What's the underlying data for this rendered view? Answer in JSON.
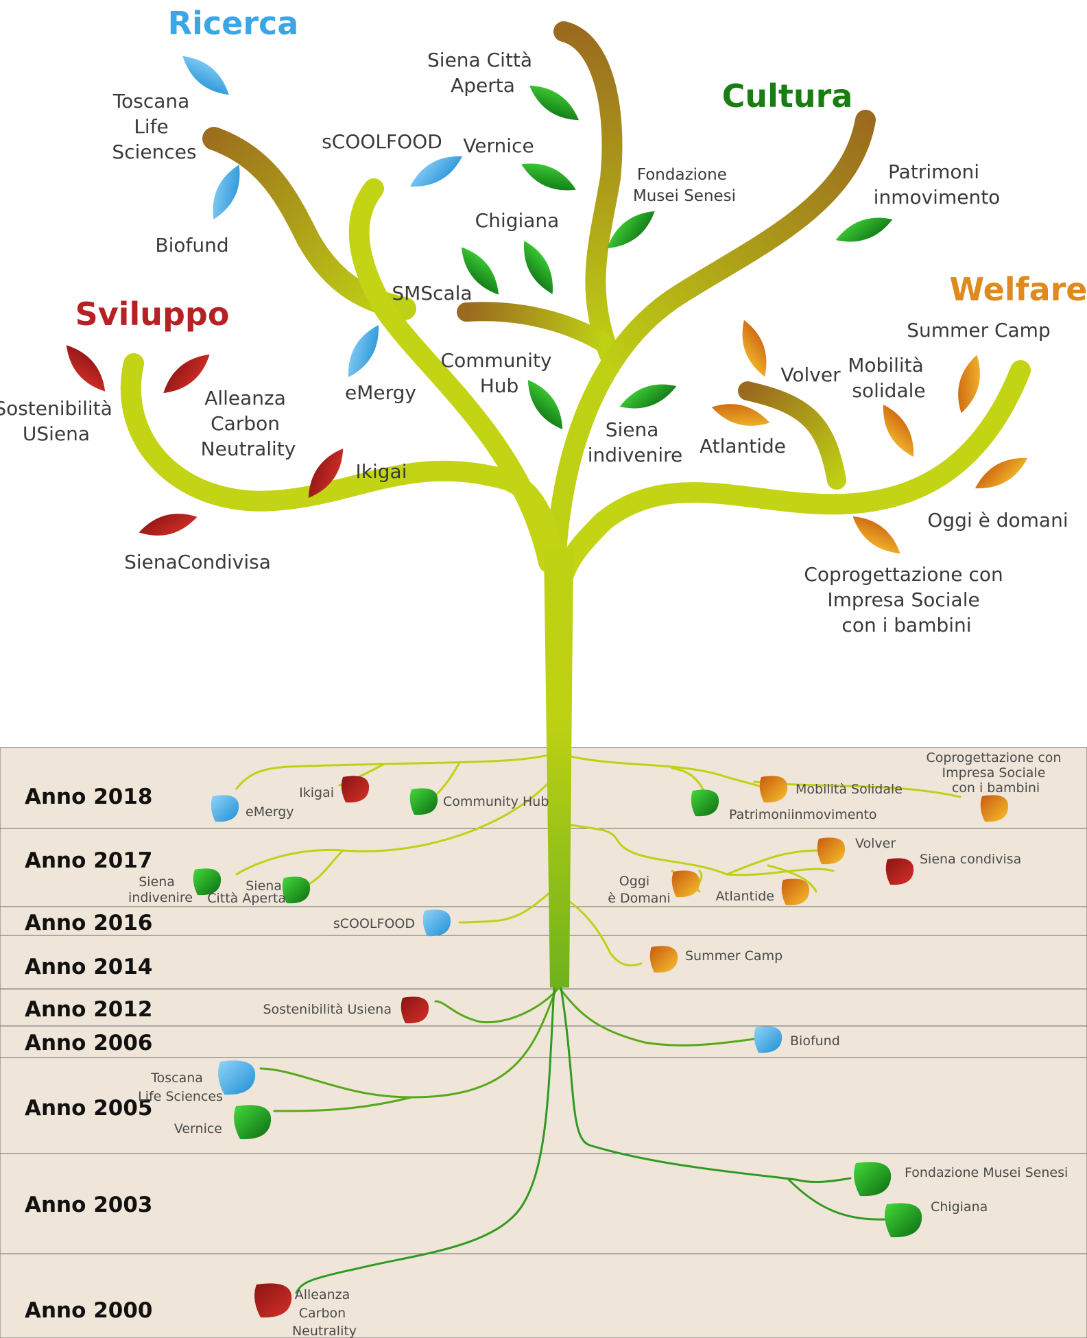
{
  "colors": {
    "ricerca": "#3aa6e6",
    "cultura": "#1a7d12",
    "welfare": "#de8a1e",
    "sviluppo": "#b52124",
    "band": "#efe5d8",
    "trunk": "#bed113",
    "root": "#6fb21c"
  },
  "categories": {
    "ricerca": "Ricerca",
    "cultura": "Cultura",
    "welfare": "Welfare",
    "sviluppo": "Sviluppo"
  },
  "tree_labels": {
    "toscana": [
      "Toscana",
      "Life",
      "Sciences"
    ],
    "biofund": [
      "Biofund"
    ],
    "scoolfood": [
      "sCOOLFOOD"
    ],
    "siena_citta": [
      "Siena Città",
      "Aperta"
    ],
    "vernice": [
      "Vernice"
    ],
    "fondazione": [
      "Fondazione",
      "Musei Senesi"
    ],
    "chigiana": [
      "Chigiana"
    ],
    "patrimoni": [
      "Patrimoni",
      "inmovimento"
    ],
    "smscala": [
      "SMScala"
    ],
    "emergy": [
      "eMergy"
    ],
    "community": [
      "Community",
      "Hub"
    ],
    "sostenibilita": [
      "Sostenibilità",
      "USiena"
    ],
    "alleanza": [
      "Alleanza",
      "Carbon",
      "Neutrality"
    ],
    "ikigai": [
      "Ikigai"
    ],
    "sienacondivisa": [
      "SienaCondivisa"
    ],
    "siena_indivenire": [
      "Siena",
      "indivenire"
    ],
    "atlantide": [
      "Atlantide"
    ],
    "volver": [
      "Volver"
    ],
    "mobilita": [
      "Mobilità",
      "solidale"
    ],
    "summer": [
      "Summer Camp"
    ],
    "oggi": [
      "Oggi è domani"
    ],
    "coprogettazione": [
      "Coprogettazione con",
      "Impresa Sociale",
      "con i bambini"
    ]
  },
  "years": [
    "Anno 2018",
    "Anno 2017",
    "Anno 2016",
    "Anno 2014",
    "Anno 2012",
    "Anno 2006",
    "Anno 2005",
    "Anno 2003",
    "Anno 2000"
  ],
  "root_labels": {
    "emergy": [
      "eMergy"
    ],
    "ikigai": [
      "Ikigai"
    ],
    "community": [
      "Community Hub"
    ],
    "mobilita": [
      "Mobilità Solidale"
    ],
    "patrimoni": [
      "Patrimoniinmovimento"
    ],
    "coprogettazione": [
      "Coprogettazione con",
      "Impresa Sociale",
      "con i bambini"
    ],
    "siena_indivenire": [
      "Siena",
      "indivenire"
    ],
    "siena_citta": [
      "Siena",
      "Città Aperta"
    ],
    "volver": [
      "Volver"
    ],
    "siena_condivisa": [
      "Siena condivisa"
    ],
    "oggi": [
      "Oggi",
      "è Domani"
    ],
    "atlantide": [
      "Atlantide"
    ],
    "scoolfood": [
      "sCOOLFOOD"
    ],
    "summer": [
      "Summer Camp"
    ],
    "sostenibilita": [
      "Sostenibilità Usiena"
    ],
    "biofund": [
      "Biofund"
    ],
    "toscana": [
      "Toscana",
      "Life Sciences"
    ],
    "vernice": [
      "Vernice"
    ],
    "fondazione": [
      "Fondazione Musei Senesi"
    ],
    "chigiana": [
      "Chigiana"
    ],
    "alleanza": [
      "Alleanza",
      "Carbon",
      "Neutrality"
    ]
  }
}
